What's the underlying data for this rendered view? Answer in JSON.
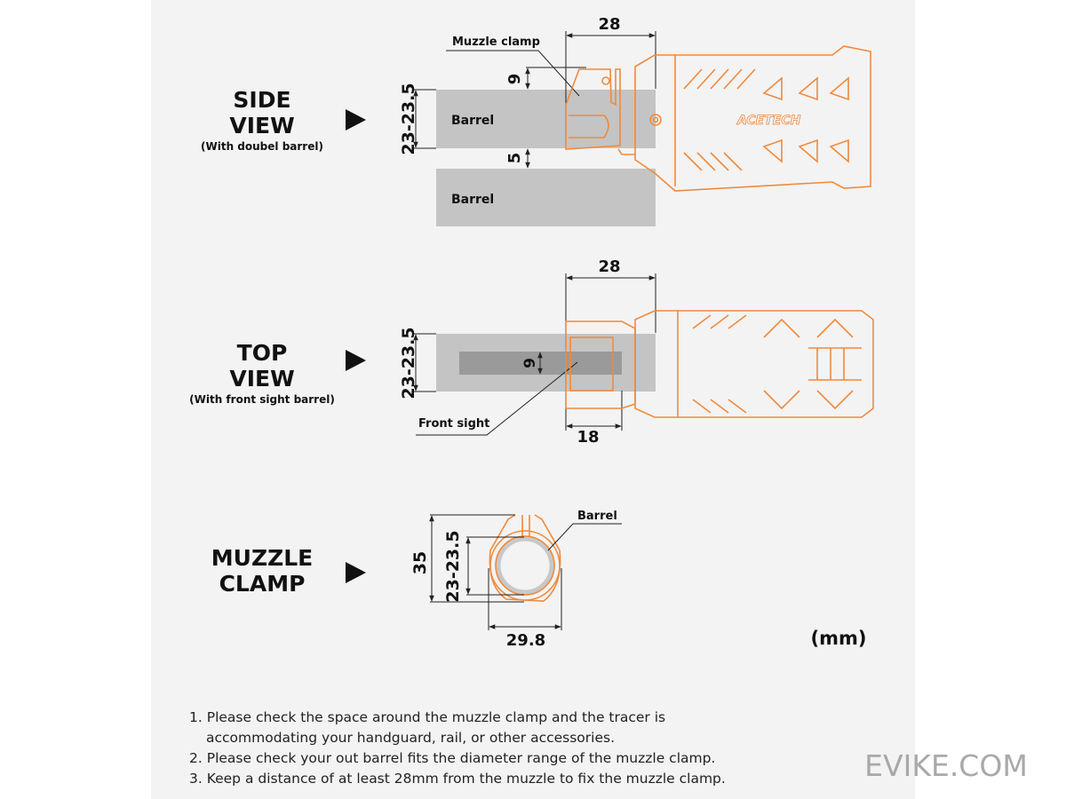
{
  "side_view": {
    "title_line1": "SIDE",
    "title_line2": "VIEW",
    "subtitle": "(With doubel barrel)",
    "barrel_top": "Barrel",
    "barrel_bottom": "Barrel",
    "clamp_label": "Muzzle clamp",
    "dim_width": "28",
    "dim_height": "23-23.5",
    "dim_top_gap": "9",
    "dim_barrel_gap": "5",
    "brand": "ACETECH"
  },
  "top_view": {
    "title_line1": "TOP",
    "title_line2": "VIEW",
    "subtitle": "(With front sight barrel)",
    "front_sight_label": "Front sight",
    "dim_width": "28",
    "dim_height": "23-23.5",
    "dim_sight": "9",
    "dim_bottom": "18"
  },
  "muzzle_clamp": {
    "title_line1": "MUZZLE",
    "title_line2": "CLAMP",
    "barrel_label": "Barrel",
    "dim_outer": "35",
    "dim_inner": "23-23.5",
    "dim_width": "29.8"
  },
  "units": "(mm)",
  "notes": [
    "1. Please check the space around the muzzle clamp and the tracer is",
    "accommodating your handguard, rail, or other accessories.",
    "2. Please check your out barrel fits the diameter range of the muzzle clamp.",
    "3. Keep a distance of at least 28mm from the muzzle to fix the muzzle clamp."
  ],
  "watermark": "EVIKE.COM",
  "colors": {
    "accent": "#f08a3c",
    "panel": "#f3f3f3",
    "barrel": "#c4c4c4"
  }
}
